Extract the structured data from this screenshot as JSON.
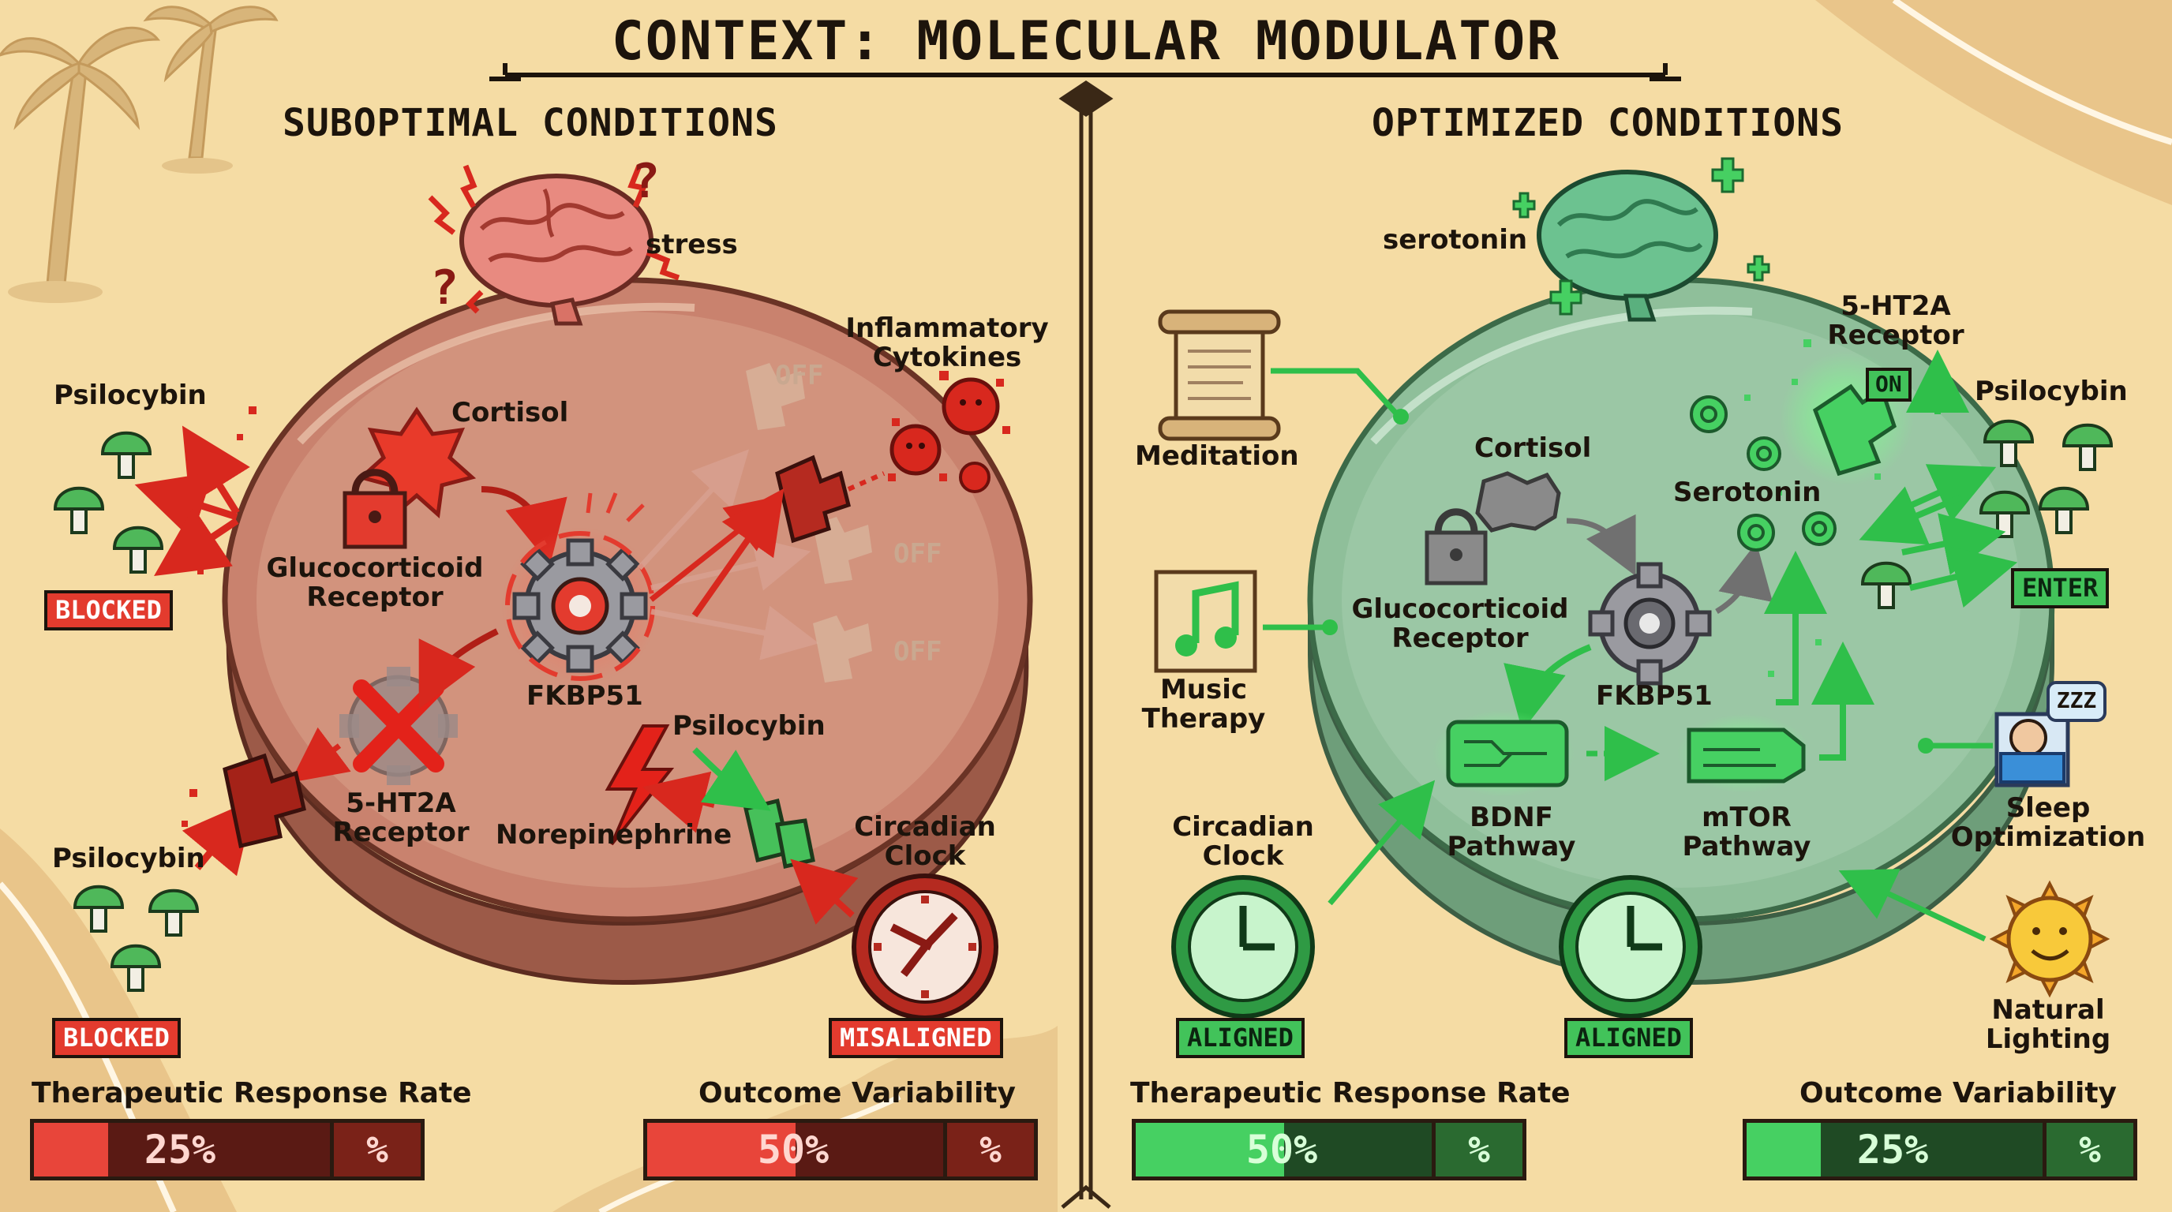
{
  "title": "CONTEXT: MOLECULAR MODULATOR",
  "colors": {
    "background": "#f5dca4",
    "suboptimal_cell": "#c9826e",
    "optimized_cell": "#8fbf9a",
    "red_accent": "#e33b2e",
    "green_accent": "#46d062"
  },
  "left": {
    "heading": "SUBOPTIMAL CONDITIONS",
    "stress_label": "stress",
    "psilocybin_top": "Psilocybin",
    "badge_blocked_top": "BLOCKED",
    "cortisol": "Cortisol",
    "receptor_line1": "Glucocorticoid",
    "receptor_line2": "Receptor",
    "fkbp51": "FKBP51",
    "ht2a_line1": "5-HT2A",
    "ht2a_line2": "Receptor",
    "psilocybin_mid": "Psilocybin",
    "norepinephrine": "Norepinephrine",
    "psilocybin_bottom": "Psilocybin",
    "badge_blocked_bottom": "BLOCKED",
    "cytokines_line1": "Inflammatory",
    "cytokines_line2": "Cytokines",
    "off1": "OFF",
    "off2": "OFF",
    "off3": "OFF",
    "circadian_line1": "Circadian",
    "circadian_line2": "Clock",
    "badge_misaligned": "MISALIGNED",
    "response_label": "Therapeutic Response Rate",
    "response_value": "25%",
    "response_fraction": 0.25,
    "variability_label": "Outcome Variability",
    "variability_value": "50%",
    "variability_fraction": 0.5,
    "unit": "%"
  },
  "right": {
    "heading": "OPTIMIZED CONDITIONS",
    "serotonin_top": "serotonin",
    "meditation": "Meditation",
    "music_line1": "Music",
    "music_line2": "Therapy",
    "cortisol": "Cortisol",
    "receptor_line1": "Glucocorticoid",
    "receptor_line2": "Receptor",
    "fkbp51": "FKBP51",
    "serotonin": "Serotonin",
    "ht2a_line1": "5-HT2A",
    "ht2a_line2": "Receptor",
    "badge_on": "ON",
    "psilocybin": "Psilocybin",
    "badge_enter": "ENTER",
    "bdnf_line1": "BDNF",
    "bdnf_line2": "Pathway",
    "mtor_line1": "mTOR",
    "mtor_line2": "Pathway",
    "sleep_line1": "Sleep",
    "sleep_line2": "Optimization",
    "zzz": "ZZZ",
    "circadian_line1": "Circadian",
    "circadian_line2": "Clock",
    "badge_aligned_1": "ALIGNED",
    "badge_aligned_2": "ALIGNED",
    "lighting_line1": "Natural",
    "lighting_line2": "Lighting",
    "response_label": "Therapeutic Response Rate",
    "response_value": "50%",
    "response_fraction": 0.5,
    "variability_label": "Outcome Variability",
    "variability_value": "25%",
    "variability_fraction": 0.25,
    "unit": "%"
  }
}
